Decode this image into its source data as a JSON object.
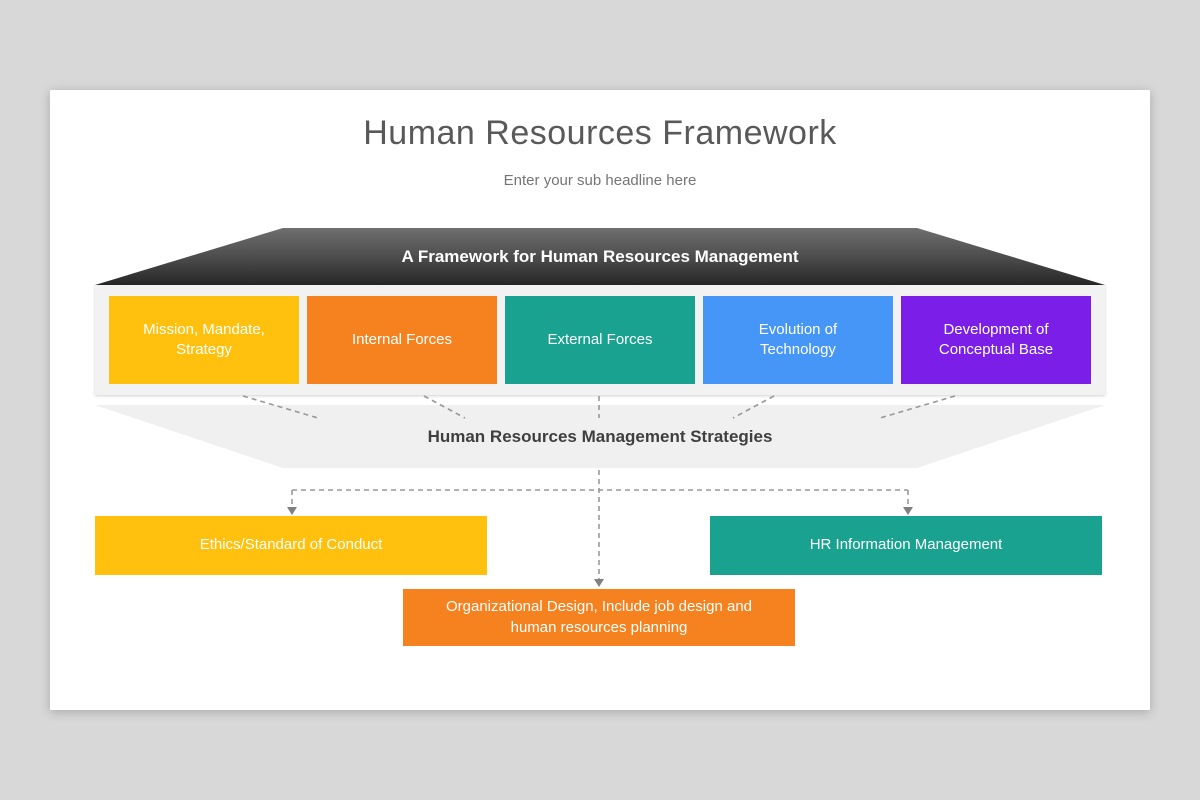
{
  "slide": {
    "title": "Human Resources Framework",
    "subtitle": "Enter your sub headline here",
    "roof_label": "A Framework for Human Resources Management",
    "strategies_label": "Human Resources Management Strategies",
    "top_boxes": [
      {
        "label": "Mission, Mandate, Strategy",
        "color": "#FFC10E"
      },
      {
        "label": "Internal Forces",
        "color": "#F5821F"
      },
      {
        "label": "External Forces",
        "color": "#18A28F"
      },
      {
        "label": "Evolution of Technology",
        "color": "#4596F7"
      },
      {
        "label": "Development of Conceptual Base",
        "color": "#7B1FE8"
      }
    ],
    "bottom_boxes": [
      {
        "label": "Ethics/Standard of Conduct",
        "color": "#FFC10E"
      },
      {
        "label": "Organizational Design, Include job design and human resources planning",
        "color": "#F5821F"
      },
      {
        "label": "HR Information Management",
        "color": "#18A28F"
      }
    ],
    "colors": {
      "background": "#D8D8D8",
      "slide": "#FFFFFF",
      "roof_gradient_top": "#6F6F6F",
      "roof_gradient_bottom": "#262626",
      "band": "#F2F2F2",
      "strategies_bar": "#F0F0F0",
      "connector_line": "#999999",
      "arrowhead": "#808080",
      "title_text": "#595959",
      "subtitle_text": "#757575"
    }
  }
}
